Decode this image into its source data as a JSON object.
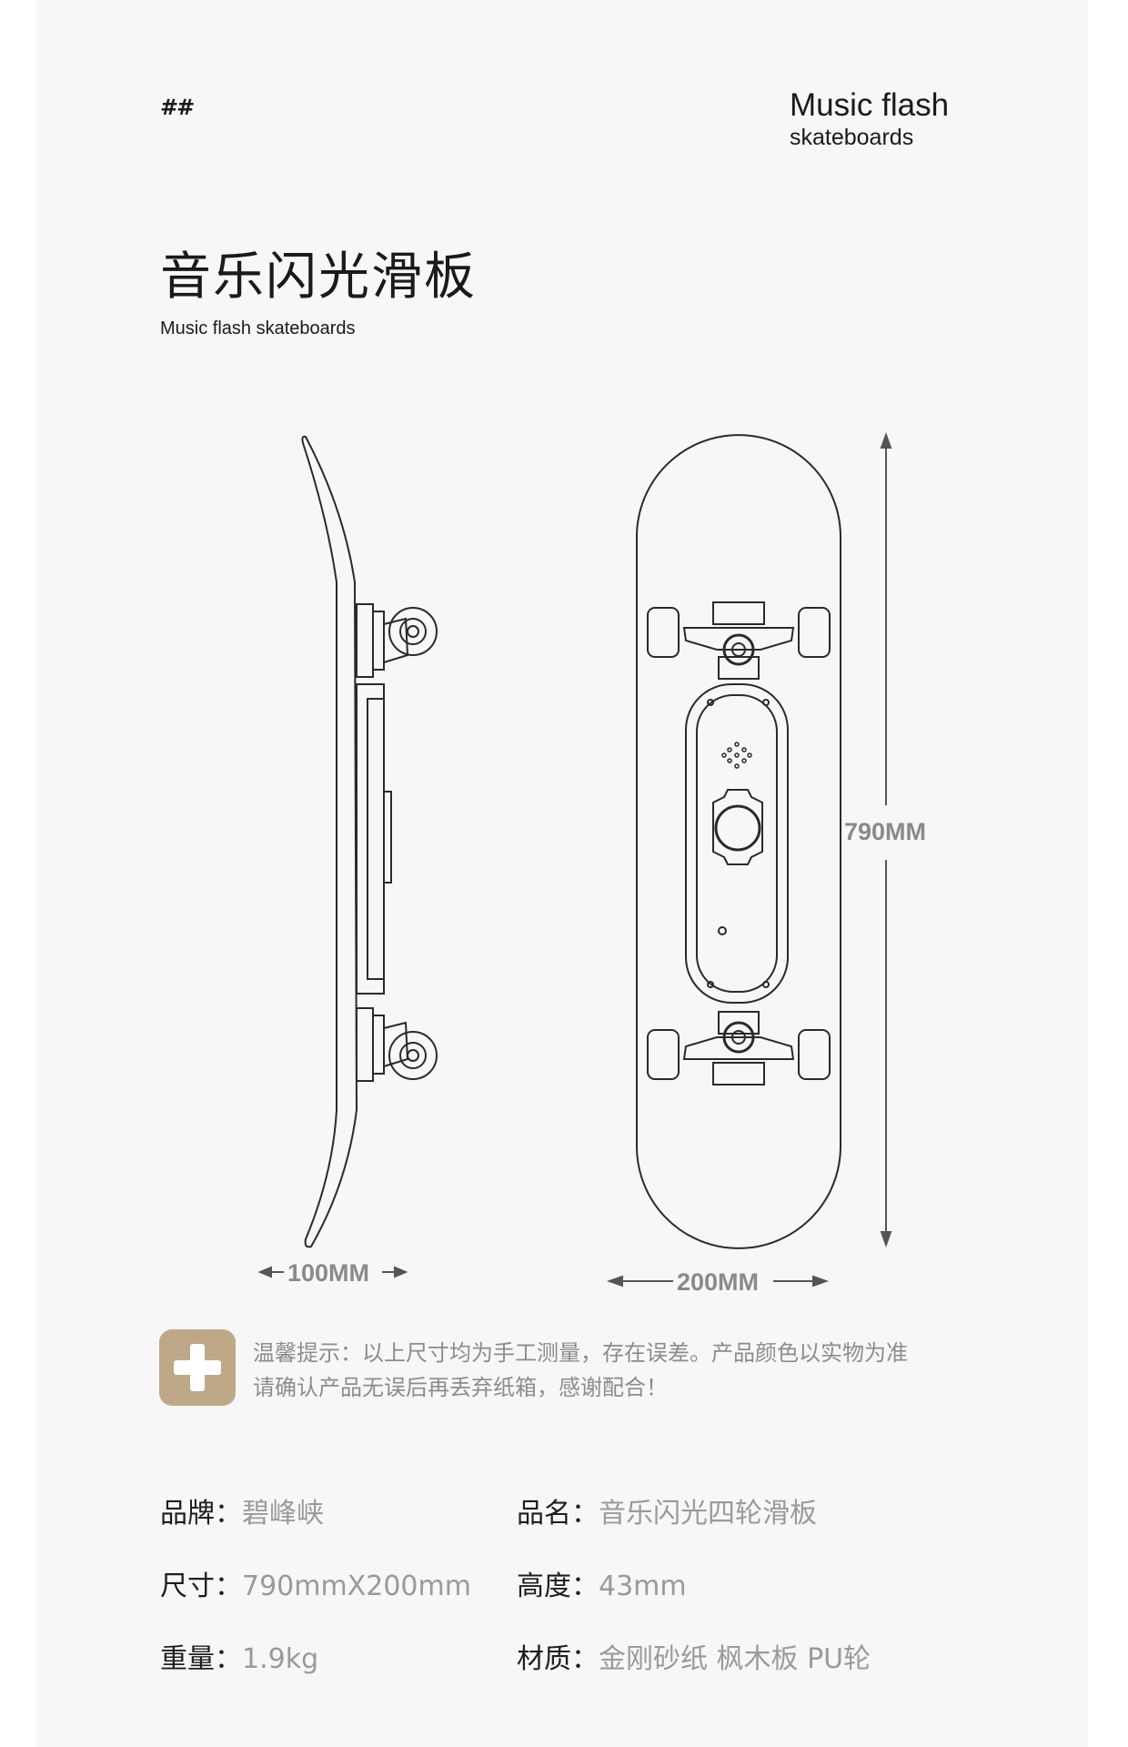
{
  "header": {
    "logo_text": "##",
    "brand_line1": "Music flash",
    "brand_line2": "skateboards"
  },
  "title": "音乐闪光滑板",
  "subtitle": "Music flash skateboards",
  "dimensions": {
    "length": "790MM",
    "width": "200MM",
    "side": "100MM"
  },
  "tip": {
    "icon": "plus-icon",
    "line1": "温馨提示：以上尺寸均为手工测量，存在误差。产品颜色以实物为准",
    "line2": "请确认产品无误后再丢弃纸箱，感谢配合！"
  },
  "specs": [
    {
      "key": "品牌：",
      "value": "碧峰峡"
    },
    {
      "key": "品名：",
      "value": "音乐闪光四轮滑板"
    },
    {
      "key": "尺寸：",
      "value": "790mmX200mm"
    },
    {
      "key": "高度：",
      "value": "43mm"
    },
    {
      "key": "重量：",
      "value": "1.9kg"
    },
    {
      "key": "材质：",
      "value": "金刚砂纸 枫木板 PU轮"
    }
  ],
  "colors": {
    "accent": "#bfa888",
    "background": "#f7f7f7",
    "muted_text": "#9a9a9a"
  }
}
